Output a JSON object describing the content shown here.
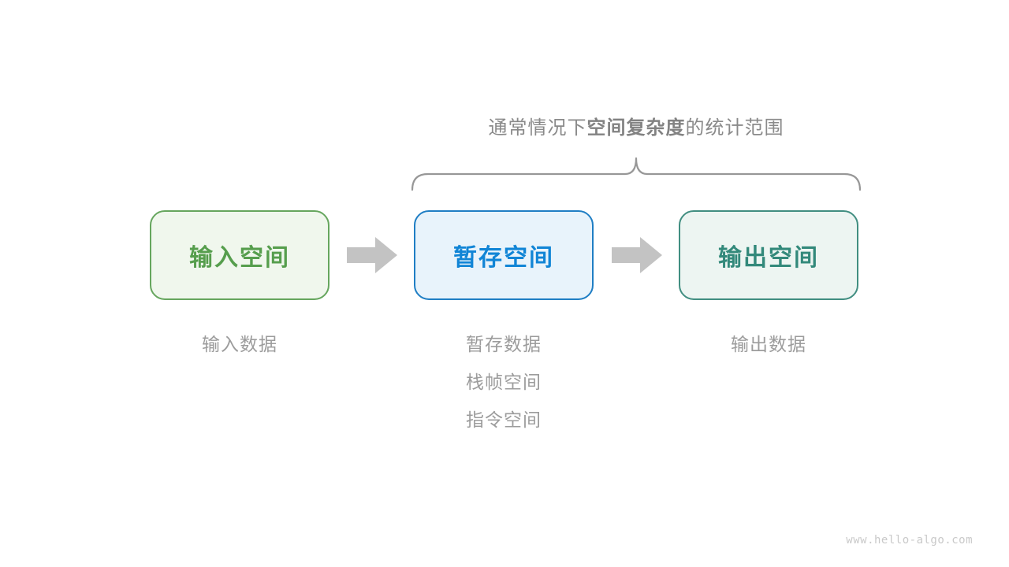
{
  "title": {
    "prefix": "通常情况下",
    "emphasis": "空间复杂度",
    "suffix": "的统计范围"
  },
  "boxes": [
    {
      "label": "输入空间",
      "notes": [
        "输入数据"
      ],
      "border_color": "#66a65e",
      "background_color": "#f0f7ed",
      "text_color": "#569e4d"
    },
    {
      "label": "暂存空间",
      "notes": [
        "暂存数据",
        "栈帧空间",
        "指令空间"
      ],
      "border_color": "#1f7ec4",
      "background_color": "#e8f3fb",
      "text_color": "#1185d6"
    },
    {
      "label": "输出空间",
      "notes": [
        "输出数据"
      ],
      "border_color": "#418e81",
      "background_color": "#edf5f2",
      "text_color": "#33897b"
    }
  ],
  "watermark": "www.hello-algo.com",
  "colors": {
    "background": "#ffffff",
    "title_gray": "#8a8a8a",
    "brace_gray": "#979797",
    "arrow_gray": "#c3c3c3",
    "note_gray": "#9c9c9c",
    "watermark_gray": "#c9c9c9"
  }
}
